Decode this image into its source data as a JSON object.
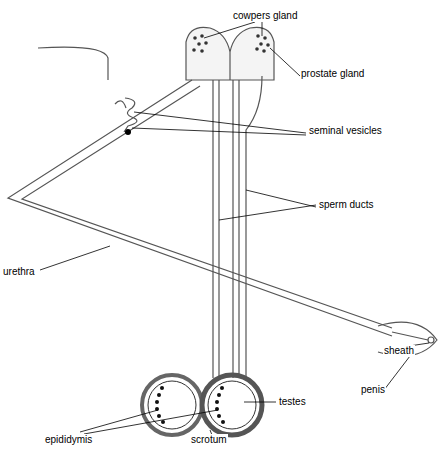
{
  "diagram": {
    "labels": [
      "cowpers gland",
      "prostate gland",
      "seminal vesicles",
      "sperm ducts",
      "urethra",
      "sheath",
      "penis",
      "testes",
      "epididymis",
      "scrotum"
    ]
  }
}
